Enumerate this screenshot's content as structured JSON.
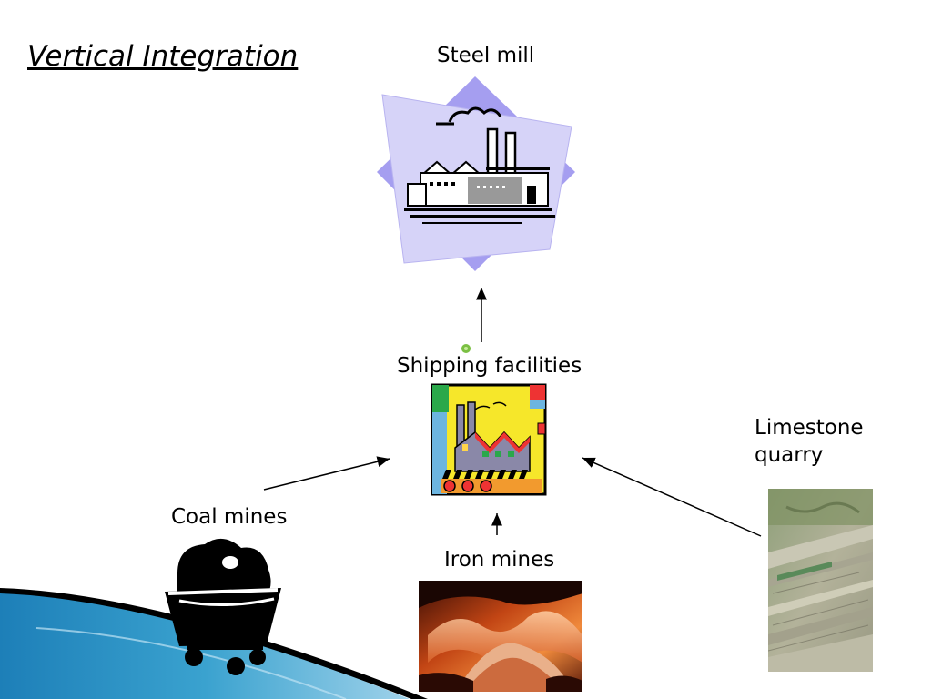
{
  "slide": {
    "title": "Vertical Integration"
  },
  "nodes": {
    "steel_mill": "Steel mill",
    "shipping": "Shipping facilities",
    "limestone_line1": "Limestone",
    "limestone_line2": "quarry",
    "coal": "Coal mines",
    "iron": "Iron mines"
  },
  "colors": {
    "accent_blue": "#2a8fc0",
    "steel_mill_backdrop": "#c8c4f5",
    "steel_mill_diamond": "#a59ef0",
    "shipping_bg": "#f6e72a"
  }
}
